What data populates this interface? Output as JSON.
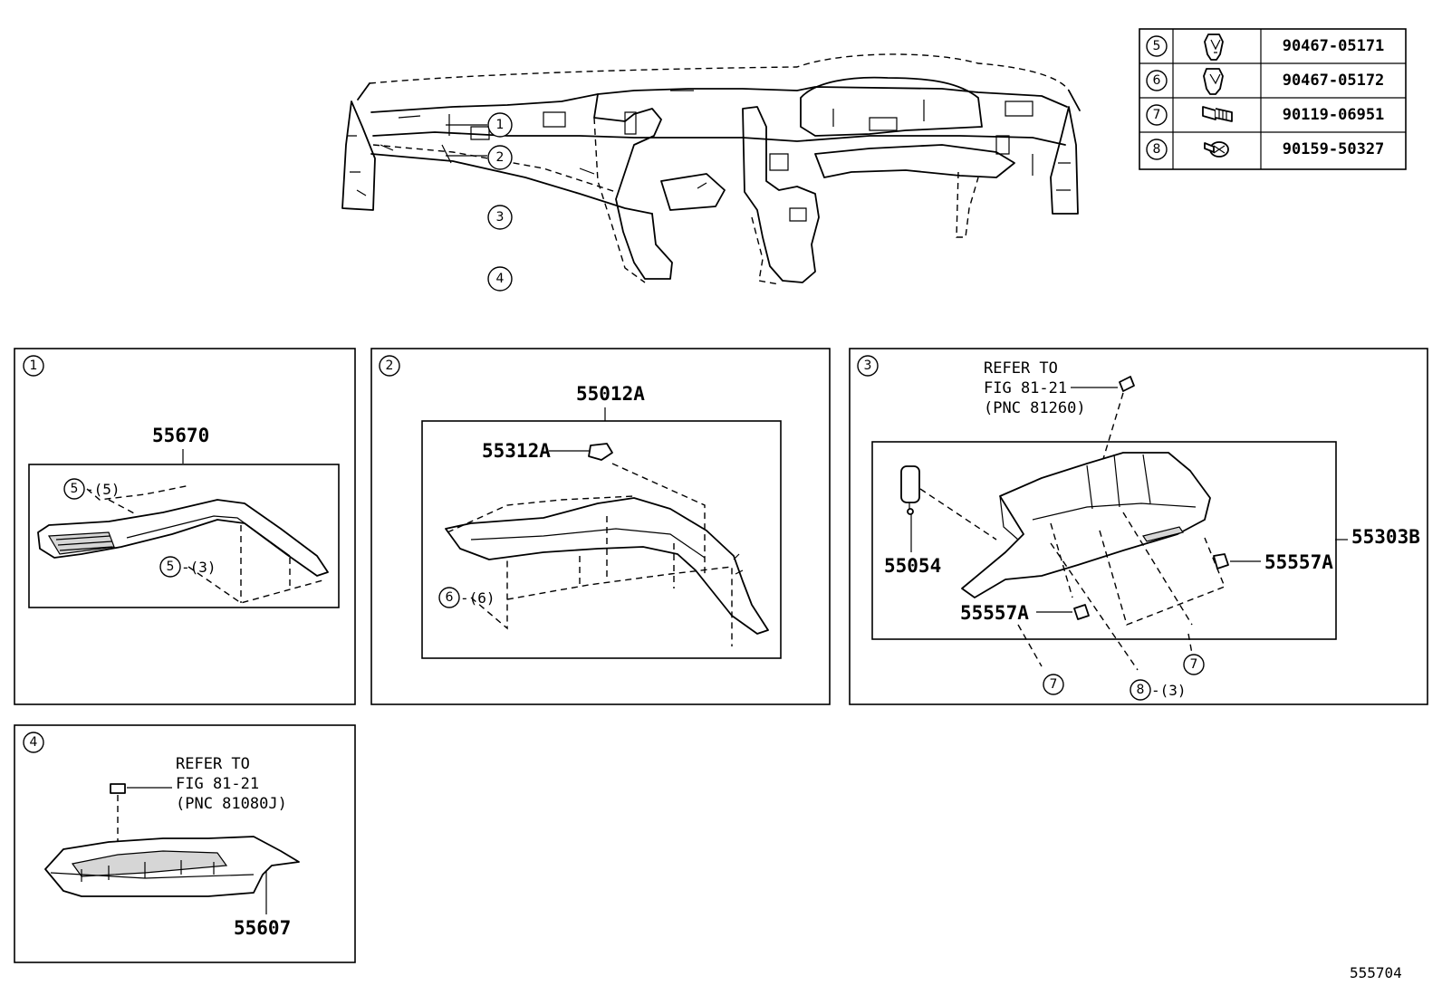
{
  "legend_table": [
    {
      "ref": "5",
      "icon": "clip-icon",
      "part_no": "90467-05171"
    },
    {
      "ref": "6",
      "icon": "clip-icon",
      "part_no": "90467-05172"
    },
    {
      "ref": "7",
      "icon": "bolt-icon",
      "part_no": "90119-06951"
    },
    {
      "ref": "8",
      "icon": "screw-icon",
      "part_no": "90159-50327"
    }
  ],
  "overview": {
    "callouts": [
      "1",
      "2",
      "3",
      "4"
    ]
  },
  "panels": [
    {
      "id": "1",
      "part_labels": [
        "55670"
      ],
      "fasteners": [
        {
          "ref": "5",
          "qty": "-(5)"
        },
        {
          "ref": "5",
          "qty": "-(3)"
        }
      ]
    },
    {
      "id": "2",
      "part_labels": [
        "55012A",
        "55312A"
      ],
      "fasteners": [
        {
          "ref": "6",
          "qty": "-(6)"
        }
      ]
    },
    {
      "id": "3",
      "part_labels": [
        "55303B",
        "55054",
        "55557A",
        "55557A"
      ],
      "refer": [
        "REFER TO",
        "FIG 81-21",
        "(PNC 81260)"
      ],
      "fasteners": [
        {
          "ref": "7",
          "qty": ""
        },
        {
          "ref": "7",
          "qty": ""
        },
        {
          "ref": "8",
          "qty": "-(3)"
        }
      ]
    },
    {
      "id": "4",
      "part_labels": [
        "55607"
      ],
      "refer": [
        "REFER TO",
        "FIG 81-21",
        "(PNC 81080J)"
      ]
    }
  ],
  "figure_id": "555704"
}
